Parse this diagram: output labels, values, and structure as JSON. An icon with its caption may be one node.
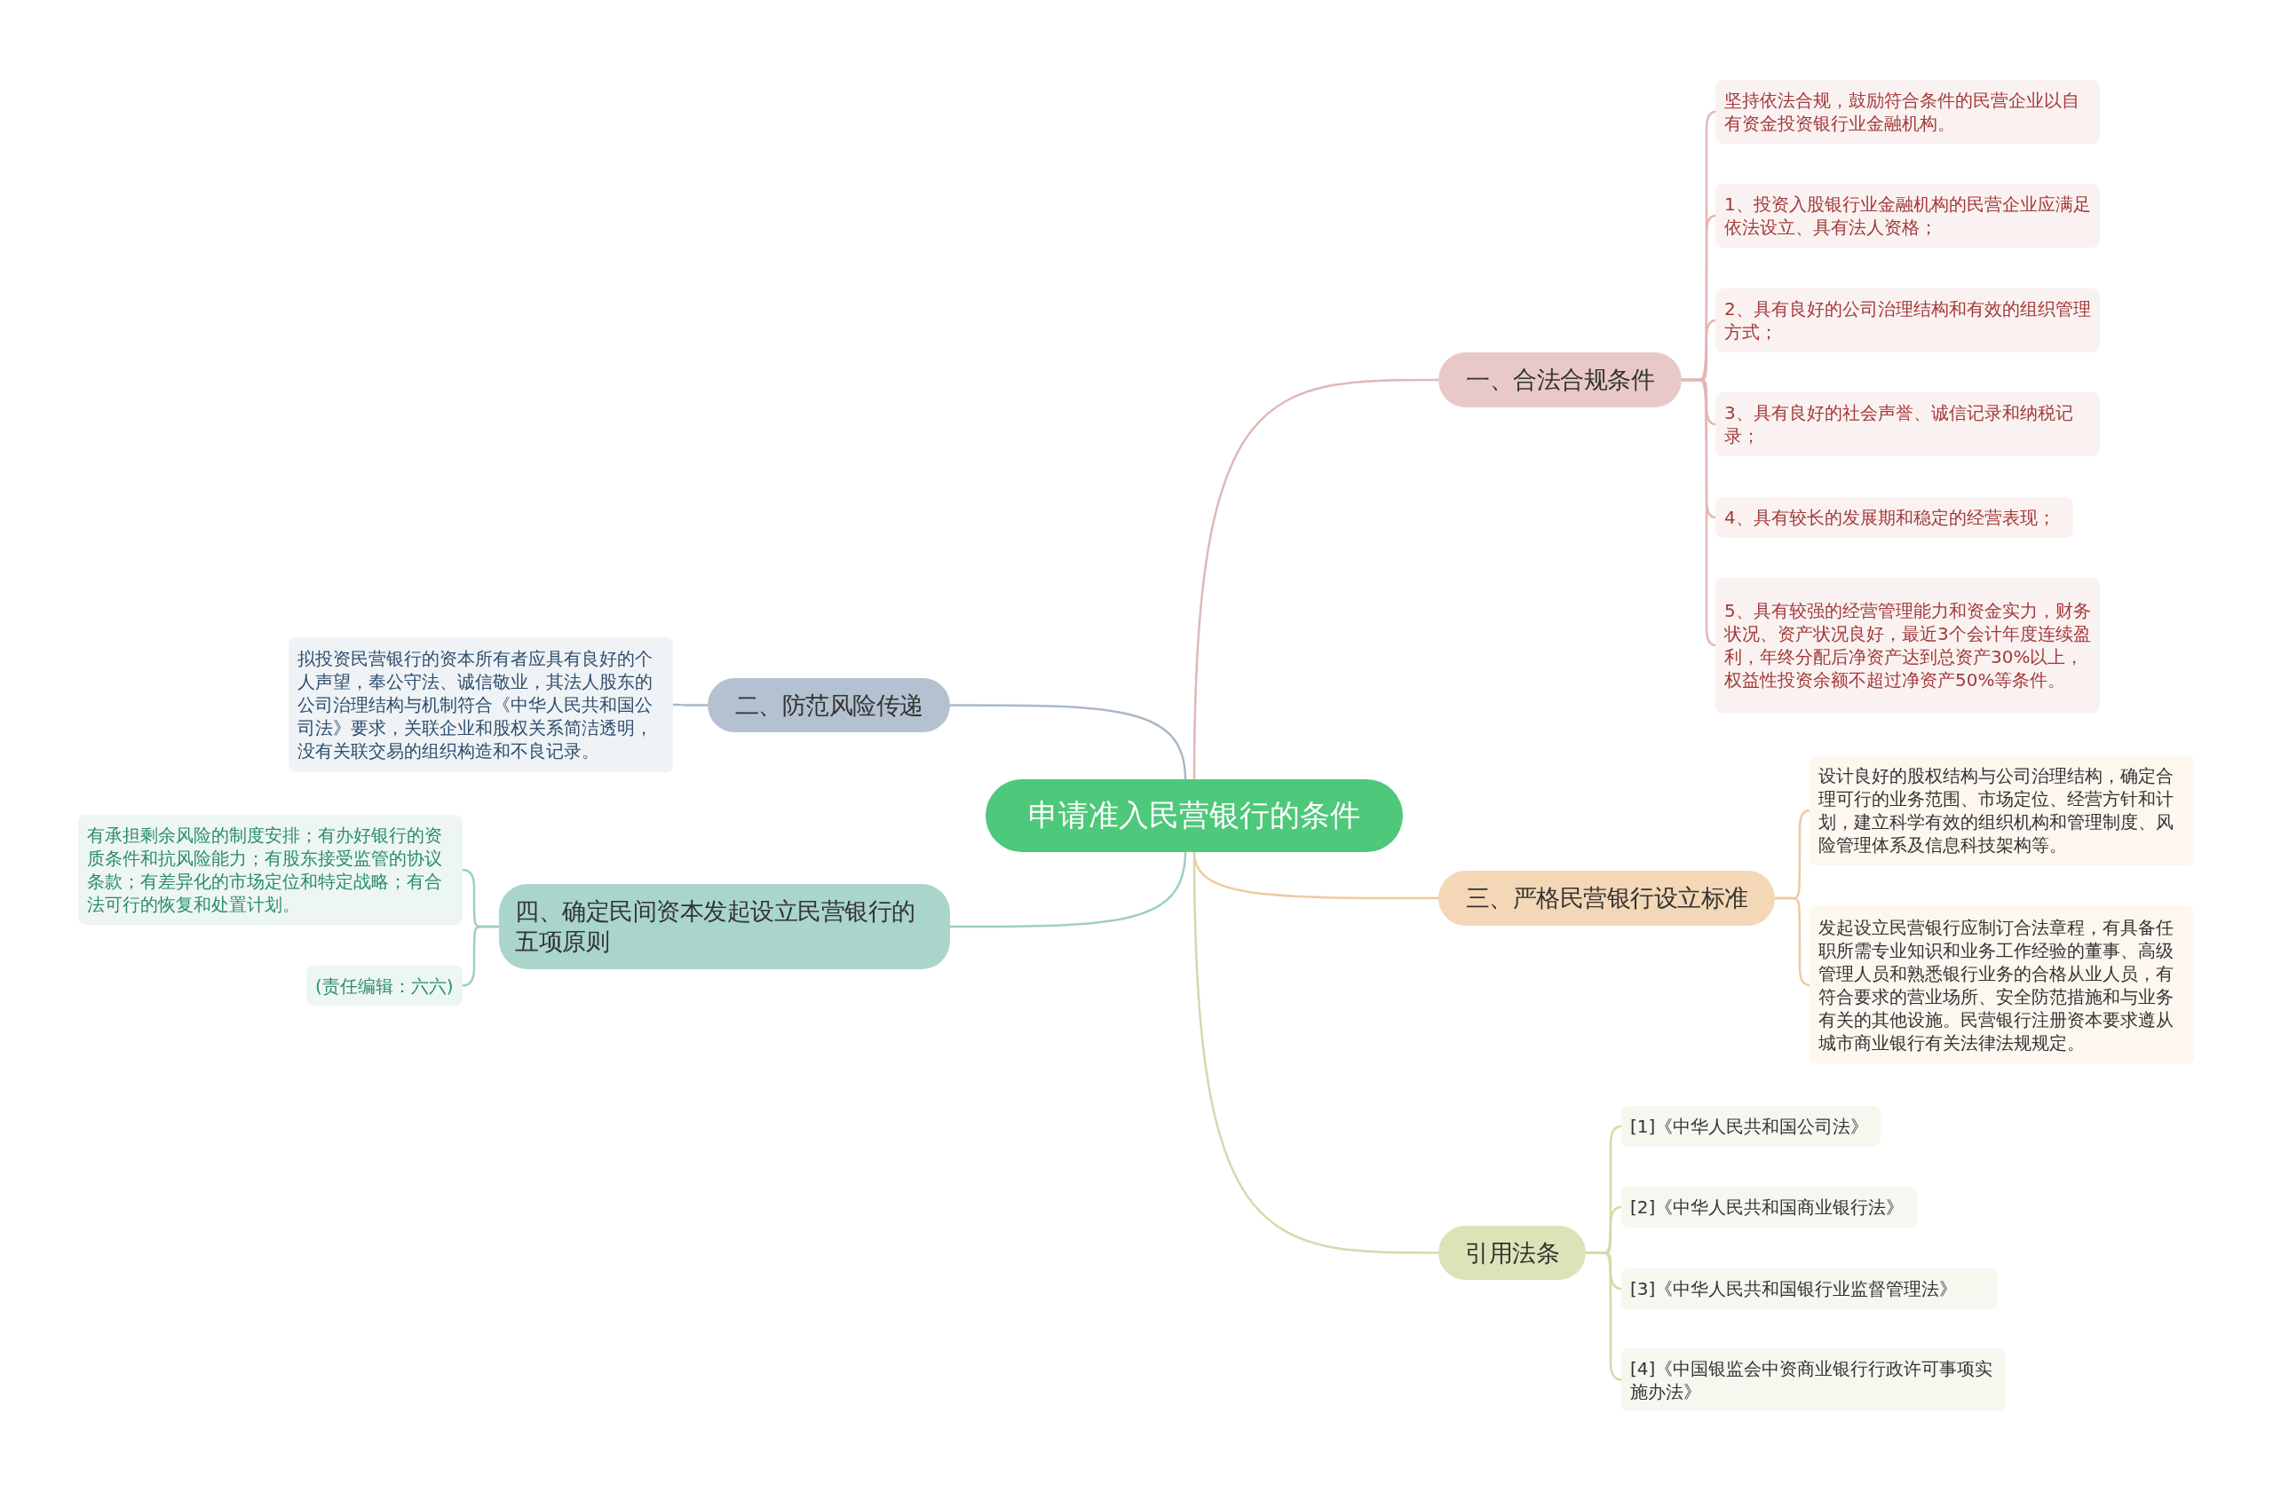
{
  "diagram": {
    "nodes": [
      {
        "text": [
          "申请准入民营银行的条件"
        ]
      },
      {
        "text": [
          "一、合法合规条件"
        ]
      },
      {
        "text": [
          "坚持依法合规，鼓励符合条件的民营企业以自有资金投资银行业金融机构。"
        ]
      },
      {
        "text": [
          "1、投资入股银行业金融机构的民营企业应满足依法设立、具有法人资格；"
        ]
      },
      {
        "text": [
          "2、具有良好的公司治理结构和有效的组织管理方式；"
        ]
      },
      {
        "text": [
          "3、具有良好的社会声誉、诚信记录和纳税记录；"
        ]
      },
      {
        "text": [
          "4、具有较长的发展期和稳定的经营表现；"
        ]
      },
      {
        "text": [
          "5、具有较强的经营管理能力和资金实力，财务状况、资产状况良好，最近3个会计年度连续盈利，年终分配后净资产达到总资产30%以上，权益性投资余额不超过净资产50%等条件。"
        ]
      },
      {
        "text": [
          "二、防范风险传递"
        ]
      },
      {
        "text": [
          "拟投资民营银行的资本所有者应具有良好的个人声望，奉公守法、诚信敬业，其法人股东的公司治理结构与机制符合《中华人民共和国公司法》要求，关联企业和股权关系简洁透明，没有关联交易的组织构造和不良记录。"
        ]
      },
      {
        "text": [
          "三、严格民营银行设立标准"
        ]
      },
      {
        "text": [
          "设计良好的股权结构与公司治理结构，确定合理可行的业务范围、市场定位、经营方针和计划，建立科学有效的组织机构和管理制度、风险管理体系及信息科技架构等。"
        ]
      },
      {
        "text": [
          "发起设立民营银行应制订合法章程，有具备任职所需专业知识和业务工作经验的董事、高级管理人员和熟悉银行业务的合格从业人员，有符合要求的营业场所、安全防范措施和与业务有关的其他设施。民营银行注册资本要求遵从城市商业银行有关法律法规规定。"
        ]
      },
      {
        "text": [
          "四、确定民间资本发起设立民营银行的五项原则"
        ]
      },
      {
        "text": [
          "有承担剩余风险的制度安排；有办好银行的资质条件和抗风险能力；有股东接受监管的协议条款；有差异化的市场定位和特定战略；有合法可行的恢复和处置计划。"
        ]
      },
      {
        "text": [
          "(责任编辑：六六)"
        ]
      },
      {
        "text": [
          "引用法条"
        ]
      },
      {
        "text": [
          "[1]《中华人民共和国公司法》"
        ]
      },
      {
        "text": [
          "[2]《中华人民共和国商业银行法》"
        ]
      },
      {
        "text": [
          "[3]《中华人民共和国银行业监督管理法》"
        ]
      },
      {
        "text": [
          "[4]《中国银监会中资商业银行行政许可事项实施办法》"
        ]
      }
    ],
    "edges": [
      {
        "from": 0,
        "to": 1,
        "arrow": "none"
      },
      {
        "from": 1,
        "to": 2,
        "arrow": "none"
      },
      {
        "from": 1,
        "to": 3,
        "arrow": "none"
      },
      {
        "from": 1,
        "to": 4,
        "arrow": "none"
      },
      {
        "from": 1,
        "to": 5,
        "arrow": "none"
      },
      {
        "from": 1,
        "to": 6,
        "arrow": "none"
      },
      {
        "from": 1,
        "to": 7,
        "arrow": "none"
      },
      {
        "from": 0,
        "to": 8,
        "arrow": "none"
      },
      {
        "from": 8,
        "to": 9,
        "arrow": "none"
      },
      {
        "from": 0,
        "to": 10,
        "arrow": "none"
      },
      {
        "from": 10,
        "to": 11,
        "arrow": "none"
      },
      {
        "from": 10,
        "to": 12,
        "arrow": "none"
      },
      {
        "from": 0,
        "to": 13,
        "arrow": "none"
      },
      {
        "from": 13,
        "to": 14,
        "arrow": "none"
      },
      {
        "from": 13,
        "to": 15,
        "arrow": "none"
      },
      {
        "from": 0,
        "to": 16,
        "arrow": "none"
      },
      {
        "from": 16,
        "to": 17,
        "arrow": "none"
      },
      {
        "from": 16,
        "to": 18,
        "arrow": "none"
      },
      {
        "from": 16,
        "to": 19,
        "arrow": "none"
      },
      {
        "from": 16,
        "to": 20,
        "arrow": "none"
      }
    ]
  }
}
